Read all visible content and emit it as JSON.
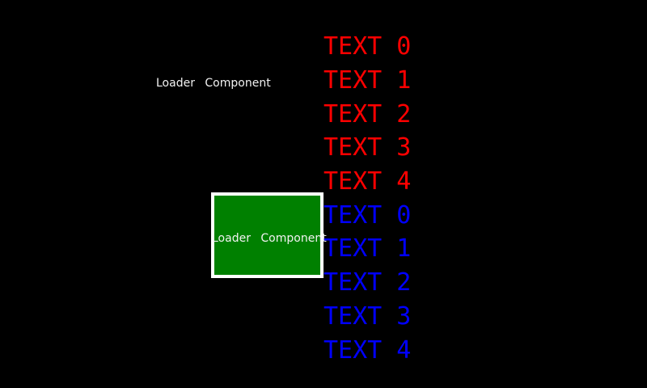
{
  "screen": {
    "background": "#000000"
  },
  "loader_top": {
    "label": "Loader Component",
    "text_color": "#f2f2f2"
  },
  "loader_box": {
    "label": "Loader Component",
    "fill_color": "#008000",
    "border_color": "#ffffff",
    "text_color": "#f2f2f2"
  },
  "lists": {
    "red": {
      "color": "#ff0000",
      "items": [
        "TEXT 0",
        "TEXT 1",
        "TEXT 2",
        "TEXT 3",
        "TEXT 4"
      ]
    },
    "blue": {
      "color": "#0000ff",
      "items": [
        "TEXT 0",
        "TEXT 1",
        "TEXT 2",
        "TEXT 3",
        "TEXT 4"
      ]
    }
  }
}
